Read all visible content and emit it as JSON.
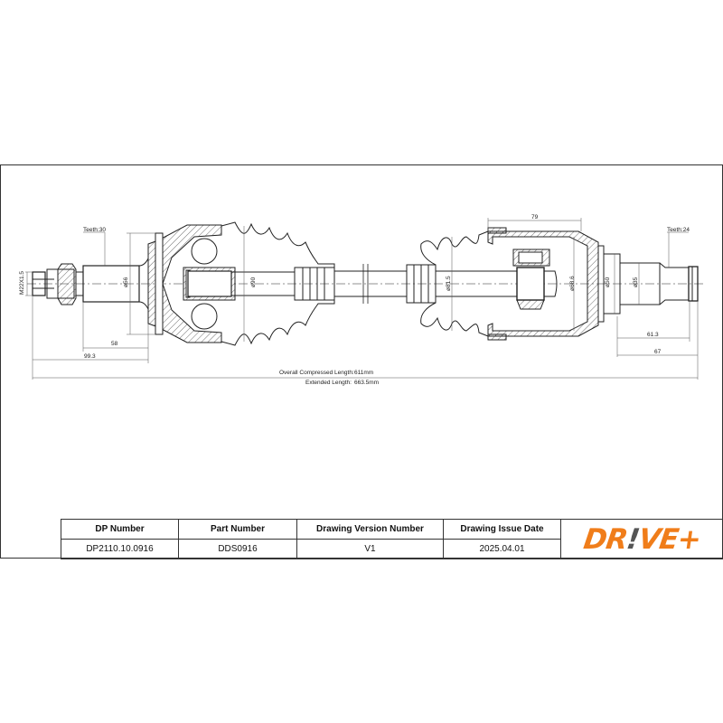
{
  "drawing": {
    "left_spline": {
      "teeth_label": "Teeth:30",
      "thread_label": "M22X1.5"
    },
    "right_spline": {
      "teeth_label": "Teeth:24"
    },
    "diameters": {
      "outer_cv_shaft": "ø56",
      "boot_left": "ø90",
      "boot_right": "ø81.5",
      "inner_housing": "ø68.6",
      "right_stub_1": "ø50",
      "right_stub_2": "ø35"
    },
    "dimensions": {
      "left_58": "58",
      "left_99_3": "99.3",
      "right_79": "79",
      "right_61_3": "61.3",
      "right_67": "67"
    },
    "overall": {
      "compressed_label": "Overall Compressed Length:",
      "compressed_value": "611mm",
      "extended_label": "Extended Length:",
      "extended_value": "663.5mm"
    }
  },
  "table": {
    "headers": [
      "DP Number",
      "Part Number",
      "Drawing Version Number",
      "Drawing Issue Date"
    ],
    "values": [
      "DP2110.10.0916",
      "DDS0916",
      "V1",
      "2025.04.01"
    ]
  },
  "brand": {
    "logo_part1": "DR",
    "logo_bang": "!",
    "logo_part2": "VE+",
    "primary_color": "#f07d1a",
    "accent_color": "#555555"
  }
}
